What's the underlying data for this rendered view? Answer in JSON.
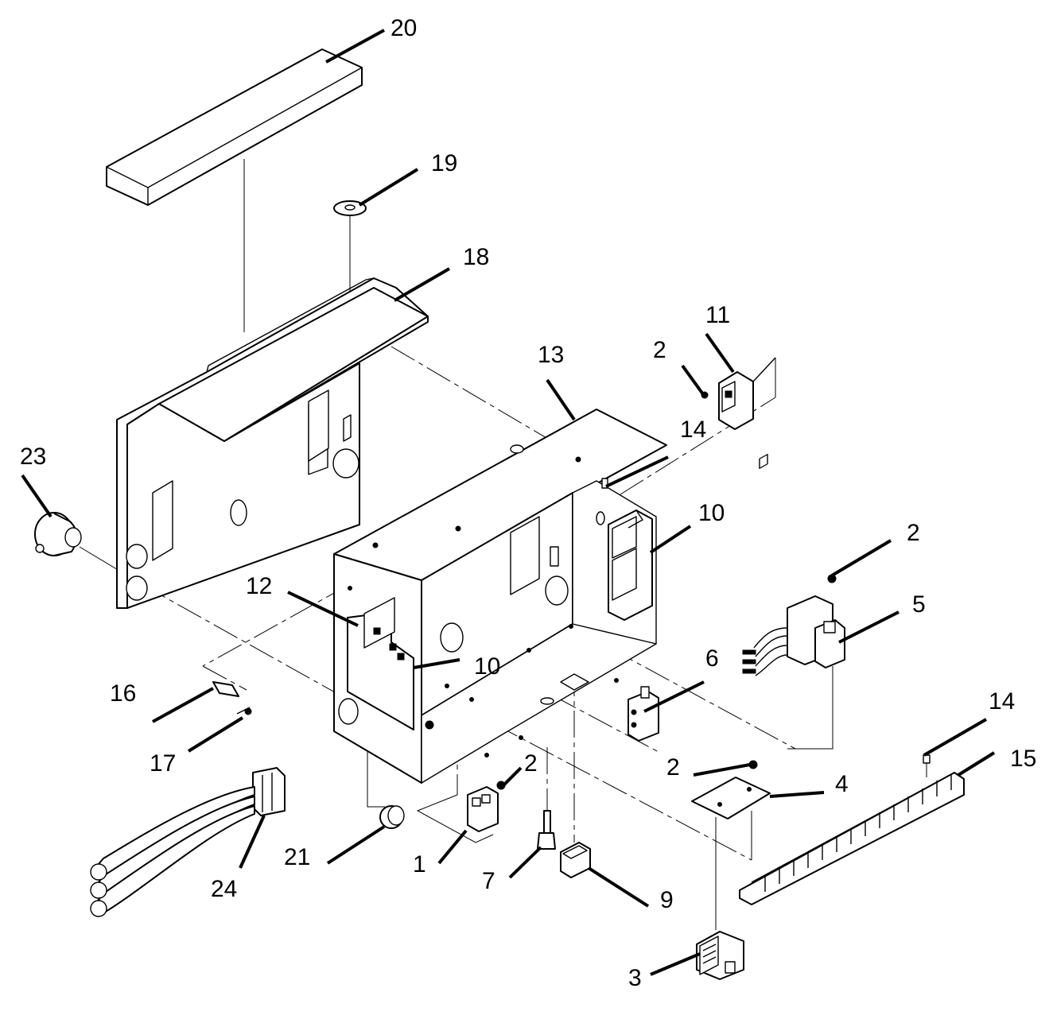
{
  "diagram": {
    "callouts": [
      {
        "id": "c20",
        "text": "20"
      },
      {
        "id": "c19",
        "text": "19"
      },
      {
        "id": "c18",
        "text": "18"
      },
      {
        "id": "c11",
        "text": "11"
      },
      {
        "id": "c2a",
        "text": "2"
      },
      {
        "id": "c13",
        "text": "13"
      },
      {
        "id": "c14a",
        "text": "14"
      },
      {
        "id": "c23",
        "text": "23"
      },
      {
        "id": "c10a",
        "text": "10"
      },
      {
        "id": "c2b",
        "text": "2"
      },
      {
        "id": "c12",
        "text": "12"
      },
      {
        "id": "c5",
        "text": "5"
      },
      {
        "id": "c10b",
        "text": "10"
      },
      {
        "id": "c6",
        "text": "6"
      },
      {
        "id": "c16",
        "text": "16"
      },
      {
        "id": "c14b",
        "text": "14"
      },
      {
        "id": "c17",
        "text": "17"
      },
      {
        "id": "c15",
        "text": "15"
      },
      {
        "id": "c2c",
        "text": "2"
      },
      {
        "id": "c2d",
        "text": "2"
      },
      {
        "id": "c4",
        "text": "4"
      },
      {
        "id": "c21",
        "text": "21"
      },
      {
        "id": "c1",
        "text": "1"
      },
      {
        "id": "c7",
        "text": "7"
      },
      {
        "id": "c24",
        "text": "24"
      },
      {
        "id": "c9",
        "text": "9"
      },
      {
        "id": "c3",
        "text": "3"
      }
    ]
  }
}
